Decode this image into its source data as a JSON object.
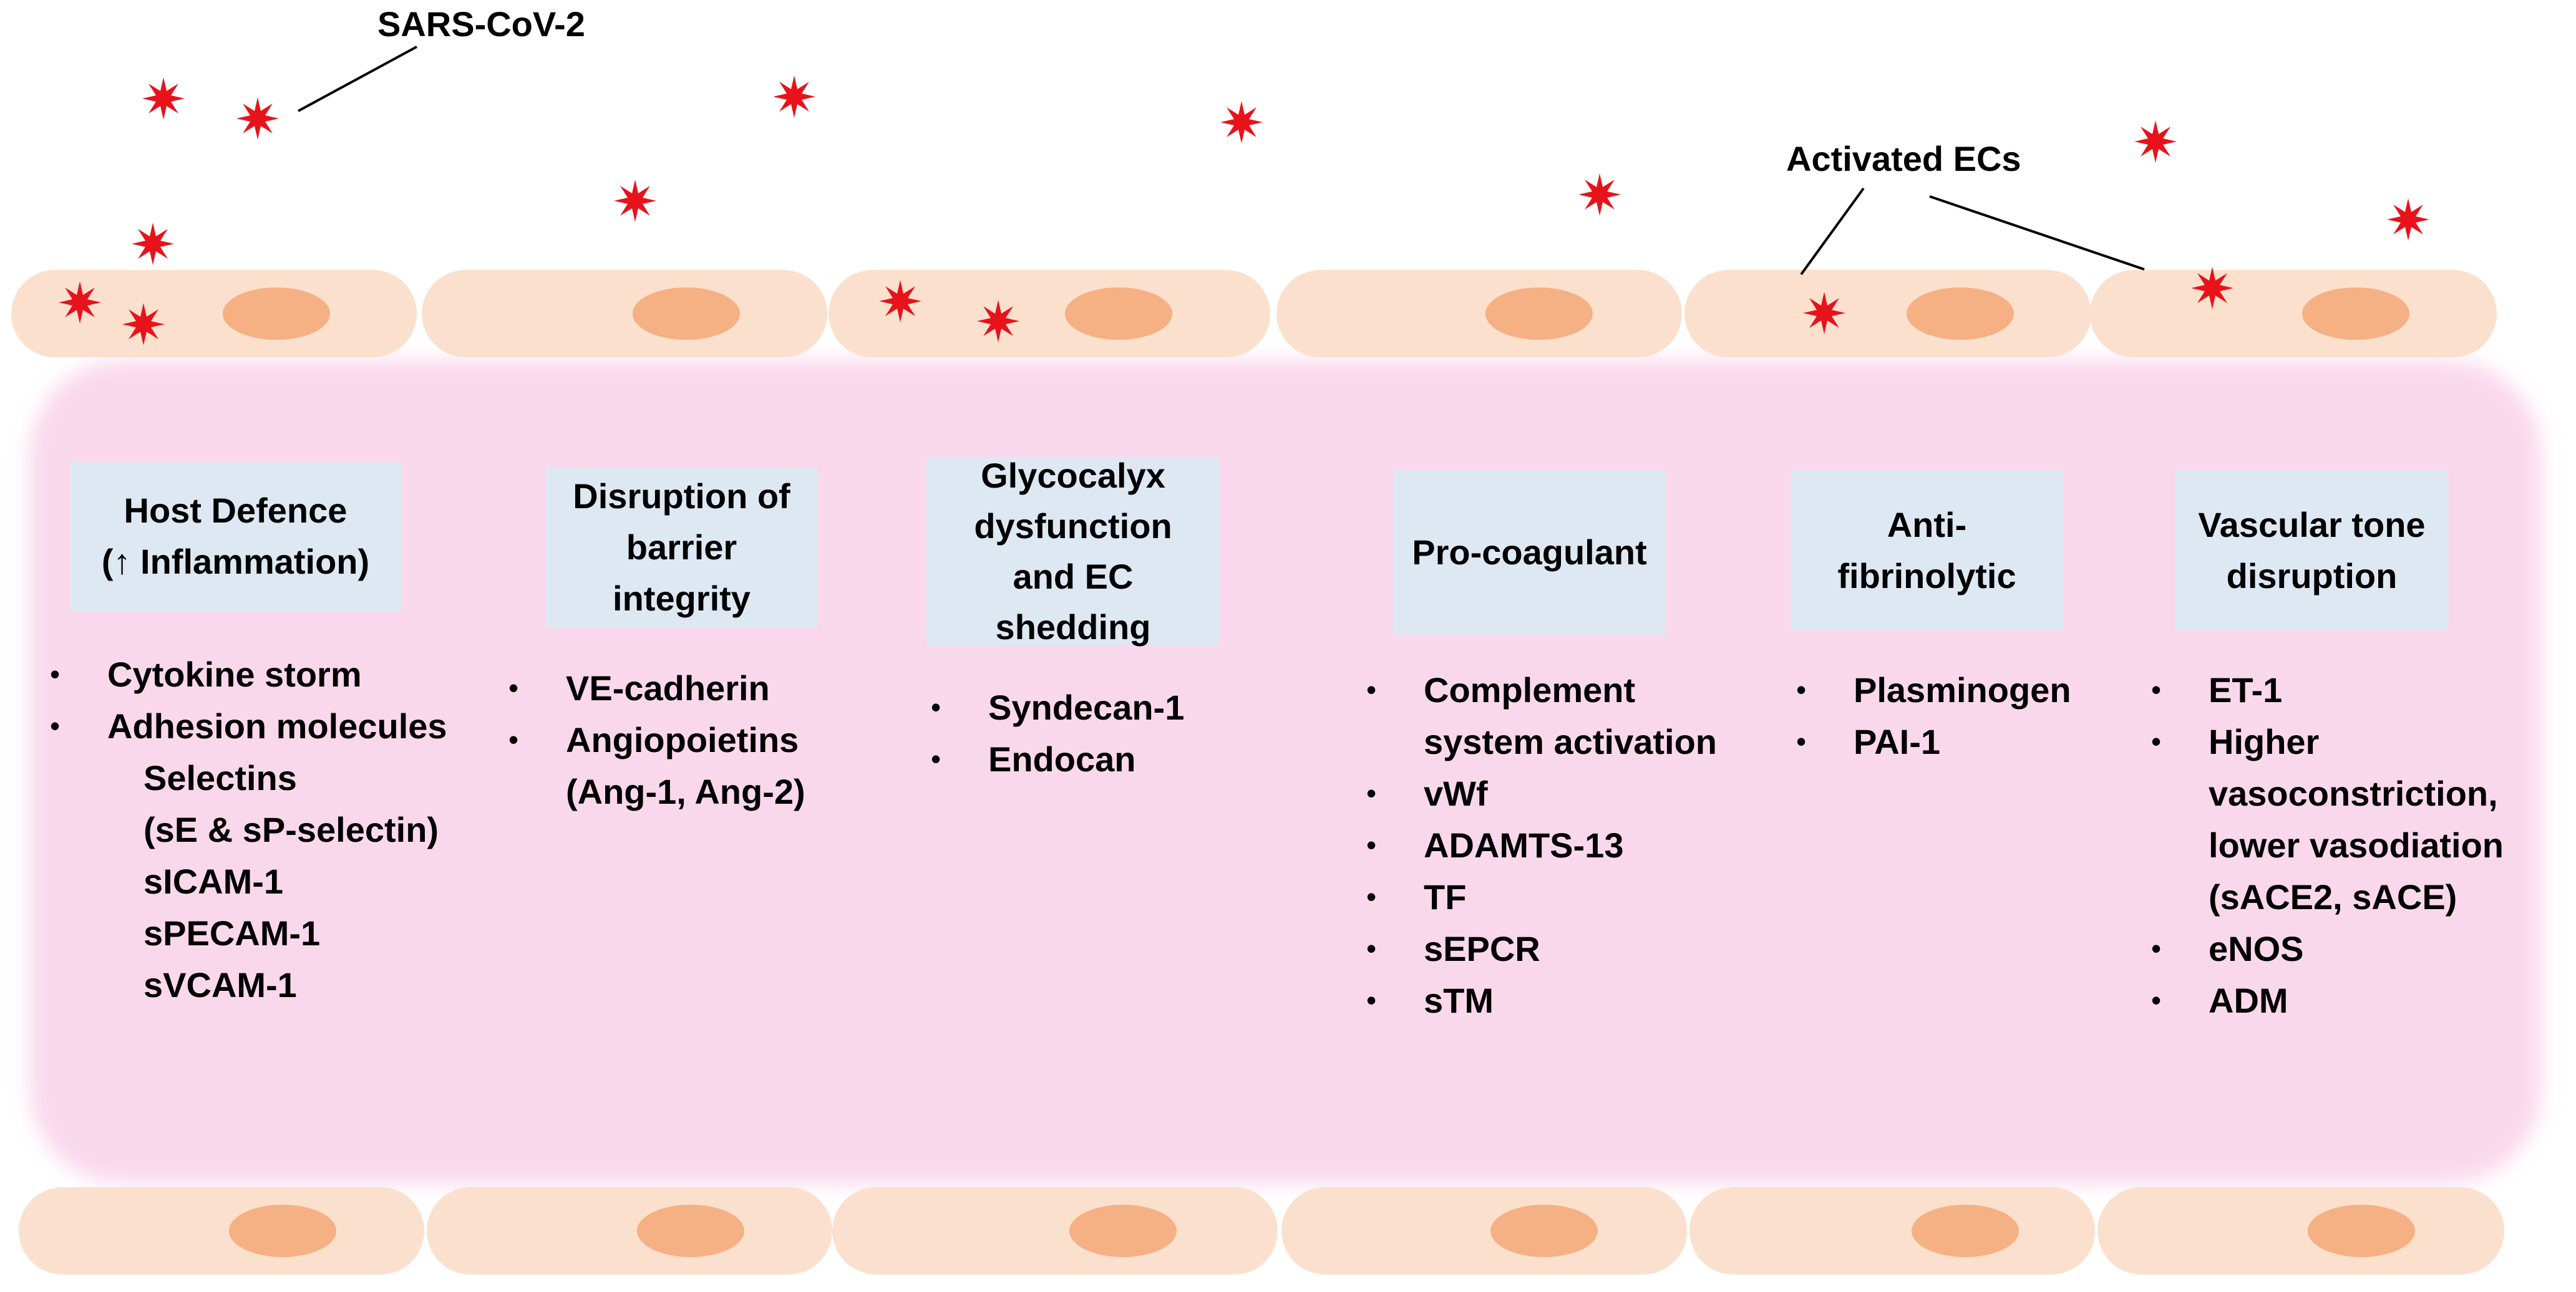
{
  "labels": {
    "virus": "SARS-CoV-2",
    "activated_ecs": "Activated ECs"
  },
  "colors": {
    "virus": "#e8121b",
    "cell_body": "#fbe0cd",
    "nucleus": "#f5b083",
    "lumen": "#fad8ec",
    "header_box": "#dde8f3"
  },
  "categories": [
    {
      "id": "host-defence",
      "header_lines": [
        "Host Defence",
        "(↑ Inflammation)"
      ],
      "items": [
        {
          "text": "Cytokine storm",
          "bullet": true
        },
        {
          "text": "Adhesion molecules",
          "bullet": true
        },
        {
          "text": "Selectins",
          "bullet": false
        },
        {
          "text": "(sE & sP-selectin)",
          "bullet": false
        },
        {
          "text": "sICAM-1",
          "bullet": false
        },
        {
          "text": "sPECAM-1",
          "bullet": false
        },
        {
          "text": "sVCAM-1",
          "bullet": false
        }
      ]
    },
    {
      "id": "barrier",
      "header_lines": [
        "Disruption  of",
        "barrier",
        "integrity"
      ],
      "items": [
        {
          "text": "VE-cadherin",
          "bullet": true
        },
        {
          "text": "Angiopoietins",
          "bullet": true
        },
        {
          "text": " (Ang-1, Ang-2)",
          "bullet": false
        }
      ]
    },
    {
      "id": "glycocalyx",
      "header_lines": [
        "Glycocalyx",
        "dysfunction",
        "and EC",
        "shedding"
      ],
      "items": [
        {
          "text": "Syndecan-1",
          "bullet": true
        },
        {
          "text": "Endocan",
          "bullet": true
        }
      ]
    },
    {
      "id": "procoagulant",
      "header_lines": [
        "Pro-coagulant"
      ],
      "items": [
        {
          "text": "Complement",
          "bullet": true
        },
        {
          "text": "system activation",
          "bullet": false
        },
        {
          "text": "vWf",
          "bullet": true
        },
        {
          "text": "ADAMTS-13",
          "bullet": true
        },
        {
          "text": "TF",
          "bullet": true
        },
        {
          "text": "sEPCR",
          "bullet": true
        },
        {
          "text": "sTM",
          "bullet": true
        }
      ]
    },
    {
      "id": "antifibrinolytic",
      "header_lines": [
        "Anti-",
        "fibrinolytic"
      ],
      "items": [
        {
          "text": "Plasminogen",
          "bullet": true
        },
        {
          "text": "PAI-1",
          "bullet": true
        }
      ]
    },
    {
      "id": "vascular-tone",
      "header_lines": [
        "Vascular tone",
        "disruption"
      ],
      "items": [
        {
          "text": "ET-1",
          "bullet": true
        },
        {
          "text": "Higher",
          "bullet": true
        },
        {
          "text": "vasoconstriction,",
          "bullet": false
        },
        {
          "text": "lower vasodiation",
          "bullet": false
        },
        {
          "text": "(sACE2, sACE)",
          "bullet": false
        },
        {
          "text": "eNOS",
          "bullet": true
        },
        {
          "text": "ADM",
          "bullet": true
        }
      ]
    }
  ]
}
